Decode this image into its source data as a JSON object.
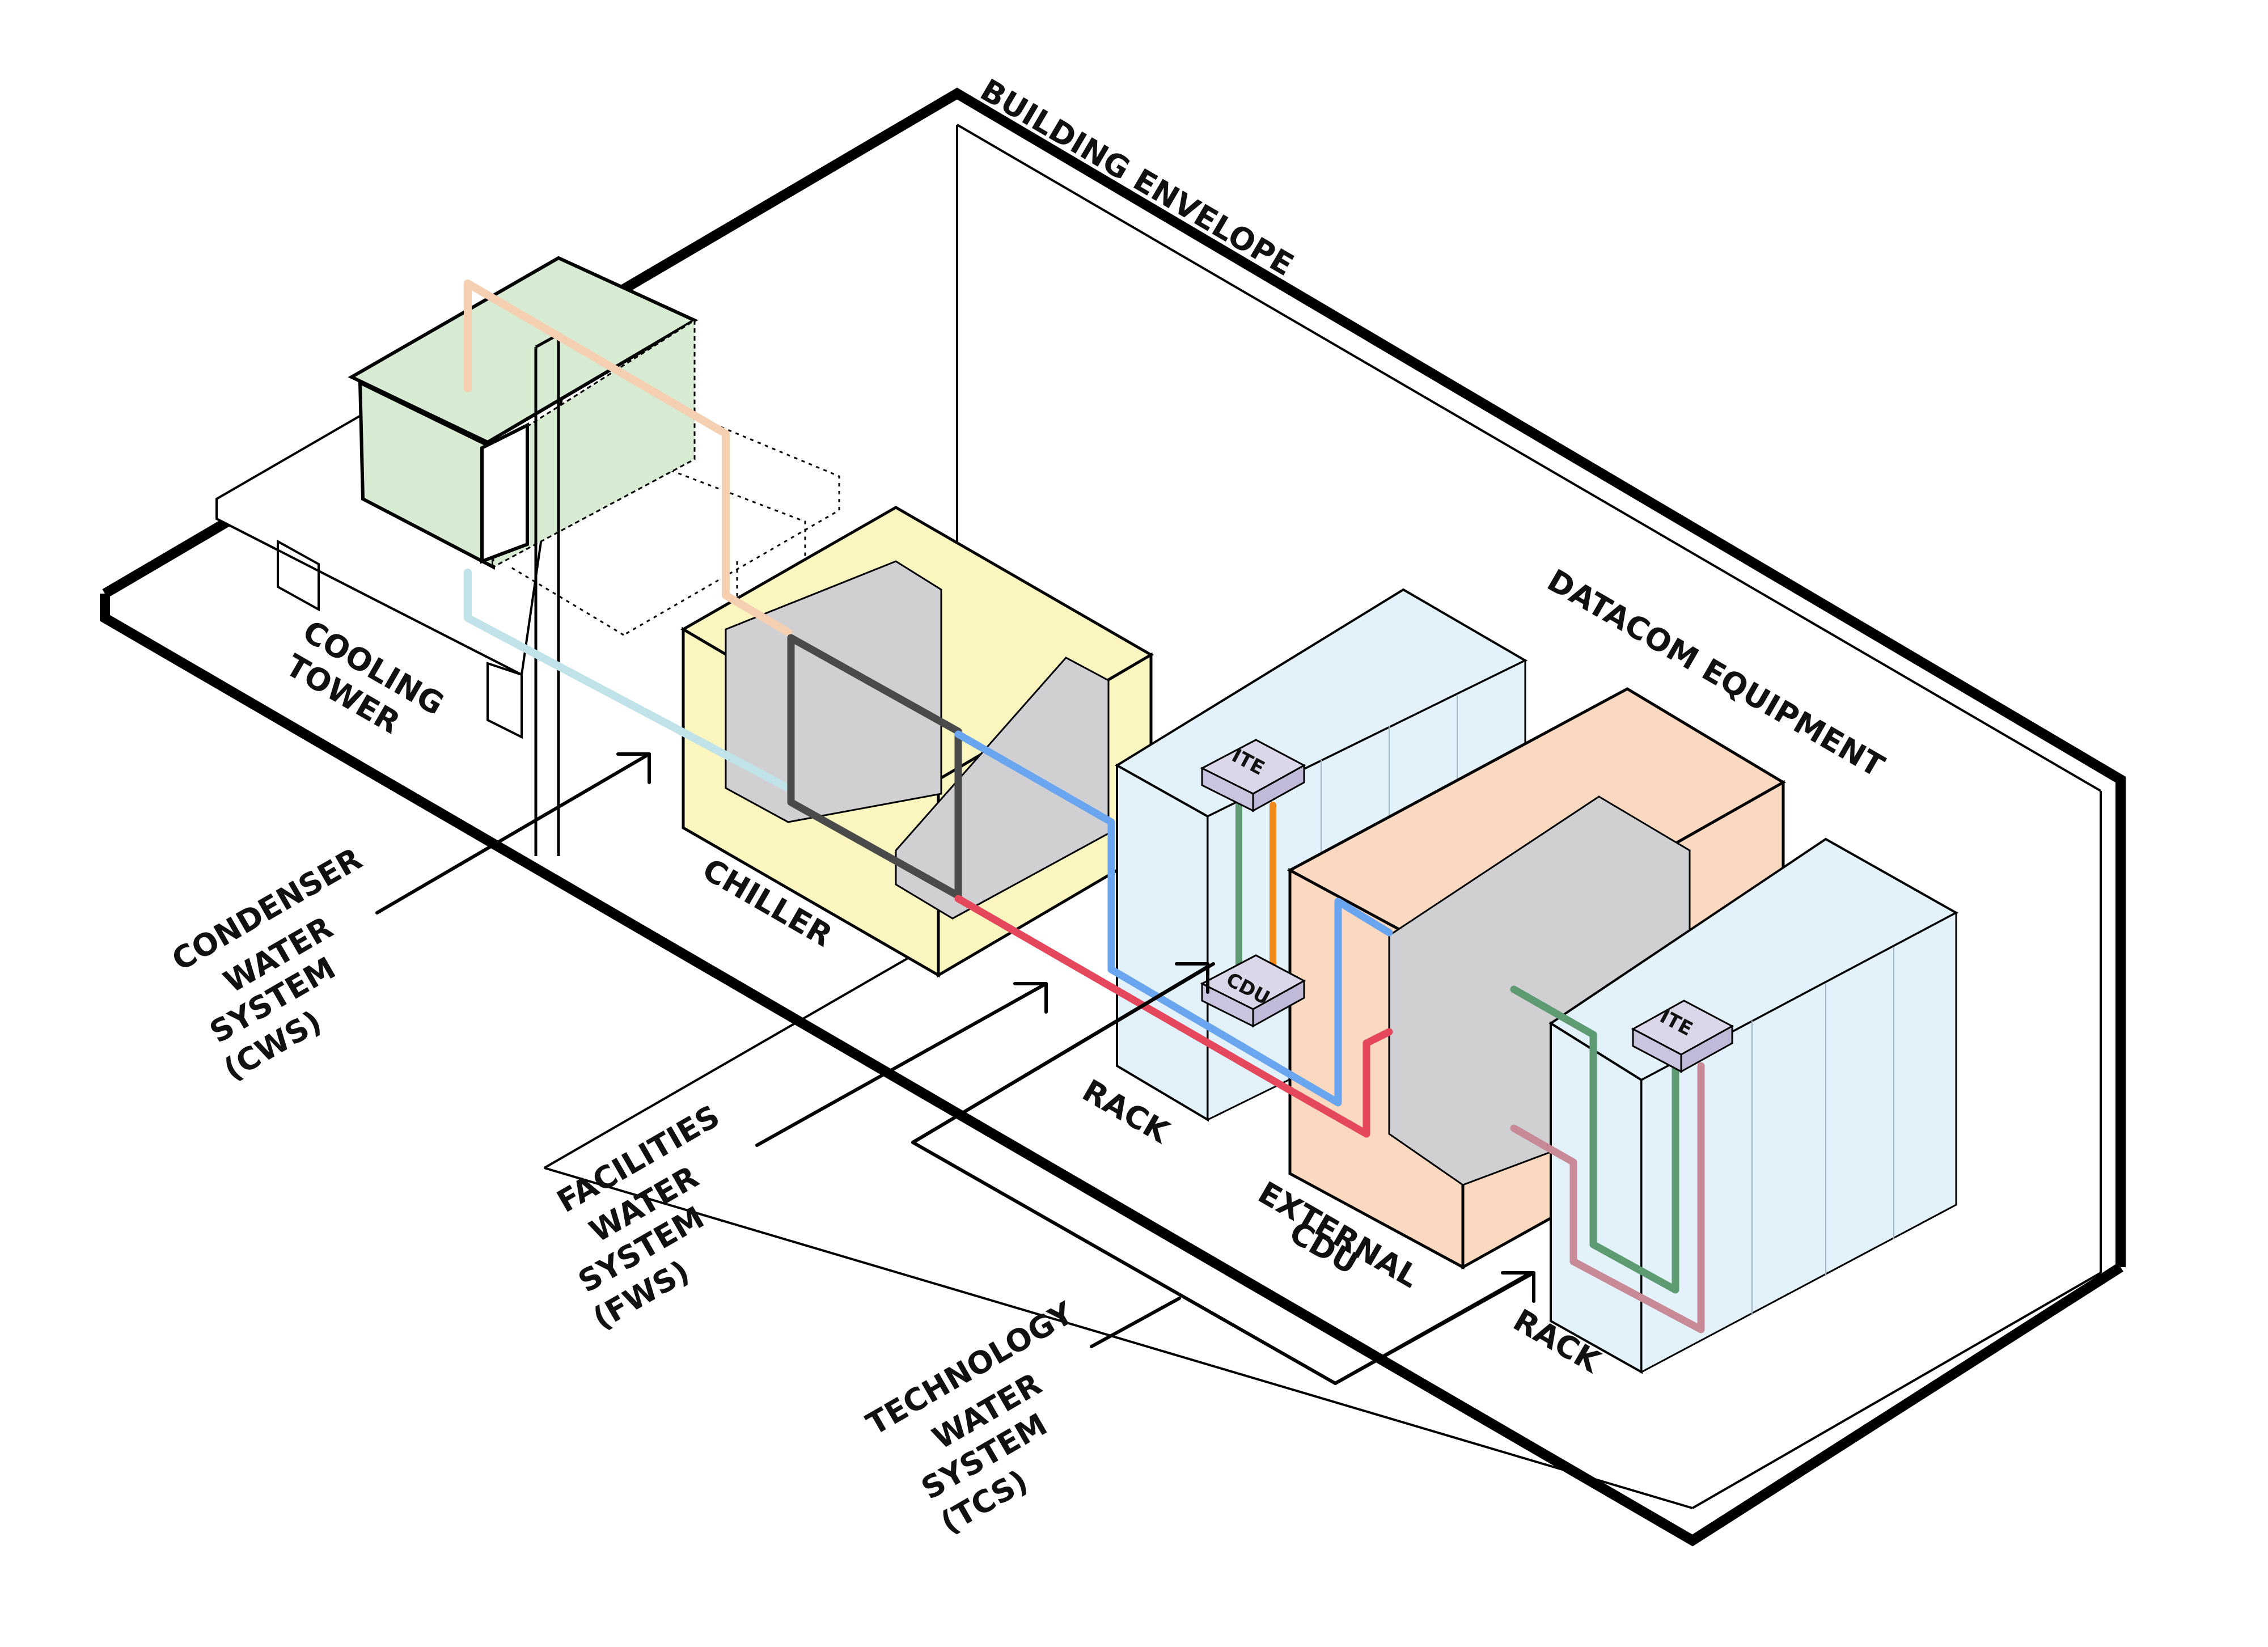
{
  "labels": {
    "building_envelope": "BUILDING ENVELOPE",
    "datacom_equipment": "DATACOM EQUIPMENT",
    "cooling_tower": [
      "COOLING",
      "TOWER"
    ],
    "chiller": "CHILLER",
    "rack_1": "RACK",
    "rack_2": "RACK",
    "external_cdu": [
      "EXTERNAL",
      "CDU"
    ],
    "cdu": "CDU",
    "ite_1": "ITE",
    "ite_2": "ITE",
    "cws": [
      "CONDENSER",
      "WATER",
      "SYSTEM",
      "(CWS)"
    ],
    "fws": [
      "FACILITIES",
      "WATER",
      "SYSTEM",
      "(FWS)"
    ],
    "tcs": [
      "TECHNOLOGY",
      "WATER",
      "SYSTEM",
      "(TCS)"
    ]
  },
  "colors": {
    "cooling_tower_fill": "#d6ebd2",
    "chiller_fill": "#fbf6c0",
    "rack_fill": "#e2f1fa",
    "external_cdu_fill": "#fbd9c0",
    "ite_fill": "#dcd6ea",
    "core_gray": "#d0d0d3",
    "pipe_peach": "#f6cfb0",
    "pipe_light_teal": "#bfe3e8",
    "pipe_blue": "#6aa6ef",
    "pipe_red": "#e5485d",
    "pipe_green": "#5e9a72",
    "pipe_orange": "#f08a1d",
    "pipe_pink": "#c98a98",
    "pipe_dark": "#4a4a4a"
  }
}
